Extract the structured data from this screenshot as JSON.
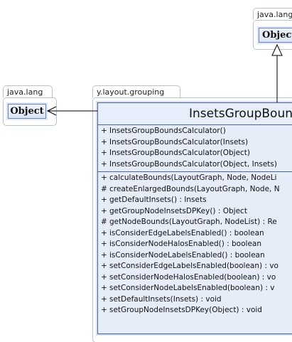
{
  "packages": {
    "left": {
      "name": "java.lang",
      "class_name": "Object"
    },
    "top_right": {
      "name": "java.lang",
      "class_name": "Object"
    },
    "main": {
      "name": "y.layout.grouping"
    }
  },
  "main_class": {
    "title": "InsetsGroupBoun",
    "constructors": [
      {
        "vis": "+",
        "sig": "InsetsGroupBoundsCalculator()"
      },
      {
        "vis": "+",
        "sig": "InsetsGroupBoundsCalculator(Insets)"
      },
      {
        "vis": "+",
        "sig": "InsetsGroupBoundsCalculator(Object)"
      },
      {
        "vis": "+",
        "sig": "InsetsGroupBoundsCalculator(Object, Insets)"
      }
    ],
    "methods": [
      {
        "vis": "+",
        "sig": "calculateBounds(LayoutGraph, Node, NodeLi"
      },
      {
        "vis": "#",
        "sig": "createEnlargedBounds(LayoutGraph, Node, N"
      },
      {
        "vis": "+",
        "sig": "getDefaultInsets() : Insets"
      },
      {
        "vis": "+",
        "sig": "getGroupNodeInsetsDPKey() : Object"
      },
      {
        "vis": "#",
        "sig": "getNodeBounds(LayoutGraph, NodeList) : Re"
      },
      {
        "vis": "+",
        "sig": "isConsiderEdgeLabelsEnabled() : boolean"
      },
      {
        "vis": "+",
        "sig": "isConsiderNodeHalosEnabled() : boolean"
      },
      {
        "vis": "+",
        "sig": "isConsiderNodeLabelsEnabled() : boolean"
      },
      {
        "vis": "+",
        "sig": "setConsiderEdgeLabelsEnabled(boolean) : vo"
      },
      {
        "vis": "+",
        "sig": "setConsiderNodeHalosEnabled(boolean) : vo"
      },
      {
        "vis": "+",
        "sig": "setConsiderNodeLabelsEnabled(boolean) : v"
      },
      {
        "vis": "+",
        "sig": "setDefaultInsets(Insets) : void"
      },
      {
        "vis": "+",
        "sig": "setGroupNodeInsetsDPKey(Object) : void"
      }
    ]
  }
}
